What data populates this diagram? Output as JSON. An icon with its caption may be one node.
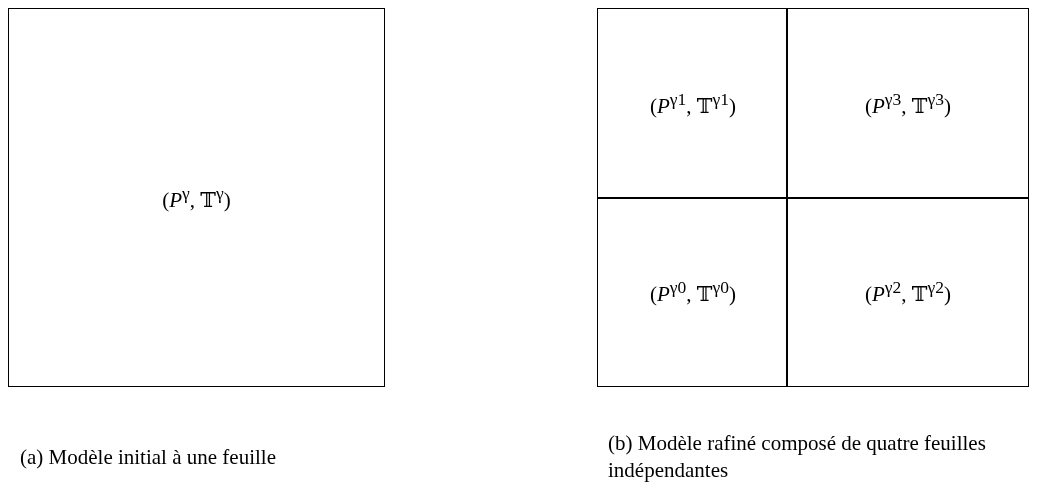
{
  "diagram": {
    "nodes": [
      {
        "text": [
          "(*P*$^{γ}$, 𝕋$^{γ}$)"
        ]
      },
      {
        "text": [],
        "shape": "box"
      },
      {
        "text": [
          "(*P*$^{γ1}$, 𝕋$^{γ1}$)"
        ],
        "in": 1
      },
      {
        "text": [
          "(*P*$^{γ3}$, 𝕋$^{γ3}$)"
        ],
        "in": 1
      },
      {
        "text": [
          "(*P*$^{γ0}$, 𝕋$^{γ0}$)"
        ],
        "in": 1
      },
      {
        "text": [
          "(*P*$^{γ2}$, 𝕋$^{γ2}$)"
        ],
        "in": 1
      }
    ],
    "edges": [],
    "labels": [
      "(a) Modèle initial à une feuille",
      "(b) Modèle rafiné composé de quatre feuilles indépendantes"
    ]
  }
}
